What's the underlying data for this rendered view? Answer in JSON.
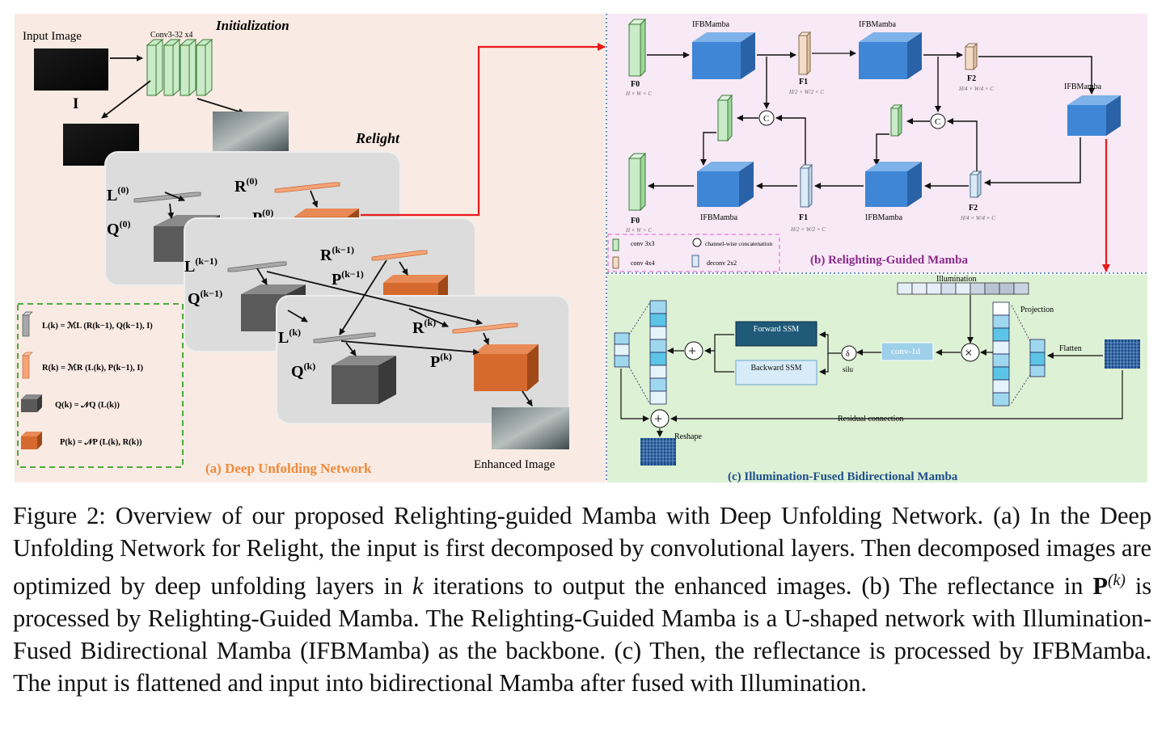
{
  "panel_a": {
    "title": "(a) Deep Unfolding Network",
    "initialization": "Initialization",
    "input_image": "Input Image",
    "input_symbol": "I",
    "conv": "Conv3-32 x4",
    "relight": "Relight",
    "enhanced_image": "Enhanced Image",
    "L0": "L",
    "L0_sup": "(0)",
    "R0": "R",
    "R0_sup": "(0)",
    "Q0": "Q",
    "Q0_sup": "(0)",
    "P0": "P",
    "P0_sup": "(0)",
    "Lk1": "L",
    "Lk1_sup": "(k−1)",
    "Rk1": "R",
    "Rk1_sup": "(k−1)",
    "Qk1": "Q",
    "Qk1_sup": "(k−1)",
    "Pk1": "P",
    "Pk1_sup": "(k−1)",
    "Lk": "L",
    "Lk_sup": "(k)",
    "Rk": "R",
    "Rk_sup": "(k)",
    "Qk": "Q",
    "Qk_sup": "(k)",
    "Pk": "P",
    "Pk_sup": "(k)",
    "legend_L": "L(k) = ℳL (R(k−1), Q(k−1), I)",
    "legend_R": "R(k) = ℳR (L(k), P(k−1), I)",
    "legend_Q": "Q(k) = 𝒩Q (L(k))",
    "legend_P": "P(k) = 𝒩P (L(k), R(k))"
  },
  "panel_b": {
    "title": "(b) Relighting-Guided Mamba",
    "ifb_top1": "IFBMamba",
    "ifb_top2": "IFBMamba",
    "ifb_right": "IFBMamba",
    "ifb_bot1": "IFBMamba",
    "ifb_bot2": "IFBMamba",
    "F0_top": "F0",
    "F0_top_dim": "H × W × C",
    "F1_top": "F1",
    "F1_top_dim": "H/2 × W/2 × C",
    "F2_top": "F2",
    "F2_top_dim": "H/4 × W/4 × C",
    "F0_bot": "F0",
    "F0_bot_dim": "H × W × C",
    "F1_bot": "F1",
    "F1_bot_dim": "H/2 × W/2 × C",
    "F2_bot": "F2",
    "F2_bot_dim": "H/4 × W/4 × C",
    "concat_symbol": "C",
    "legend_conv3": "conv 3x3",
    "legend_conv4": "conv 4x4",
    "legend_concat": "channel-wise concatenation",
    "legend_deconv": "deconv 2x2"
  },
  "panel_c": {
    "title": "(c) Illumination-Fused Bidirectional Mamba",
    "illumination": "Illumination",
    "projection": "Projection",
    "flatten": "Flatten",
    "forward_ssm": "Forward SSM",
    "backward_ssm": "Backward SSM",
    "conv1d": "conv-1d",
    "silu": "silu",
    "delta": "δ",
    "residual": "Residual connection",
    "reshape": "Reshape",
    "plus": "+",
    "times": "×"
  },
  "caption": {
    "label": "Figure 2:",
    "p1": " Overview of our proposed Relighting-guided Mamba with Deep Unfolding Network. (a) In the Deep Unfolding Network for Relight, the input is first decomposed by convolutional layers. Then decomposed images are optimized by deep unfolding layers in ",
    "k": "k",
    "p2": " iterations to output the enhanced images. (b) The reflectance in ",
    "P": "P",
    "Psup": "(k)",
    "p3": " is processed by Relighting-Guided Mamba. The Relighting-Guided Mamba is a U-shaped network with Illumination-Fused Bidirectional Mamba (IFBMamba) as the backbone. (c) Then, the reflectance is processed by IFBMamba. The input is flattened and input into bidirectional Mamba after fused with Illumination."
  }
}
